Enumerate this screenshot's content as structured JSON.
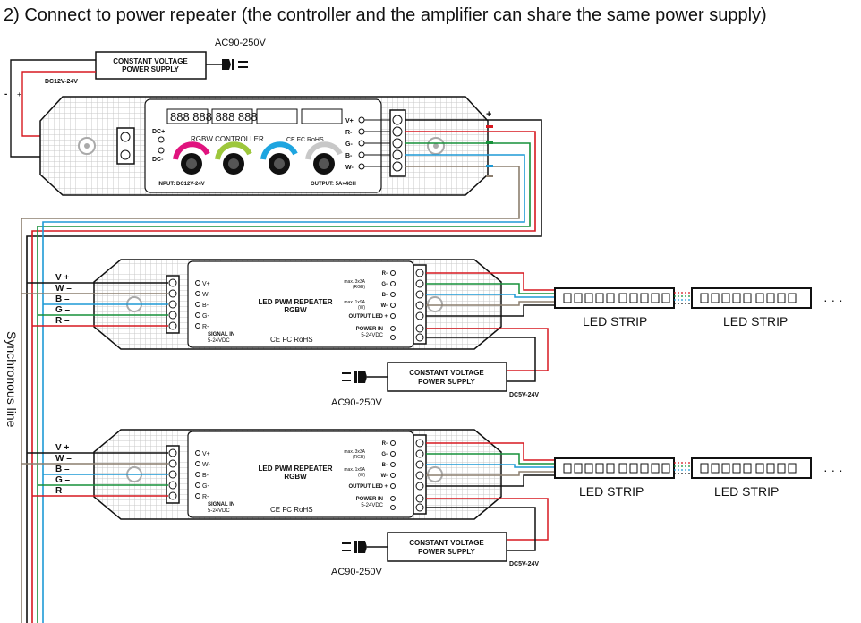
{
  "title": "2)  Connect to power repeater (the controller and the amplifier can share the same power supply)",
  "mains_label": "AC90-250V",
  "psu_top": {
    "line1": "CONSTANT VOLTAGE",
    "line2": "POWER SUPPLY",
    "dc_label": "DC12V-24V"
  },
  "psu_repeater": {
    "line1": "CONSTANT VOLTAGE",
    "line2": "POWER SUPPLY",
    "dc_label": "DC5V-24V"
  },
  "controller": {
    "name": "RGBW  CONTROLLER",
    "certs": "CE FC RoHS",
    "dc_plus": "DC+",
    "dc_minus": "DC-",
    "input": "INPUT: DC12V-24V",
    "output": "OUTPUT: 5A×4CH",
    "outputs": [
      "V+",
      "R-",
      "G-",
      "B-",
      "W-"
    ],
    "display": "888 888 888 888"
  },
  "repeater": {
    "name_line1": "LED PWM REPEATER",
    "name_line2": "RGBW",
    "inputs": [
      "V+",
      "W-",
      "B-",
      "G-",
      "R-"
    ],
    "signal_in_line1": "SIGNAL IN",
    "signal_in_line2": "5-24VDC",
    "certs": "CE FC RoHS",
    "outputs": [
      "R-",
      "G-",
      "B-",
      "W-",
      "OUTPUT LED +"
    ],
    "max_rgb_line1": "max. 3x3A",
    "max_rgb_line2": "(RGB)",
    "max_w_line1": "max. 1x9A",
    "max_w_line2": "(W)",
    "power_in_line1": "POWER IN",
    "power_in_line2": "5-24VDC"
  },
  "bus_labels": [
    "V +",
    "W –",
    "B –",
    "G –",
    "R –"
  ],
  "plus_sign": "+",
  "strip_label": "LED STRIP",
  "ellipsis": "· · ·",
  "sync_label": "Synchronous line",
  "colors": {
    "red": "#d71920",
    "green": "#16913a",
    "blue": "#1e9ad6",
    "white_wire": "#8c7e6e",
    "black": "#1a1a1a"
  }
}
